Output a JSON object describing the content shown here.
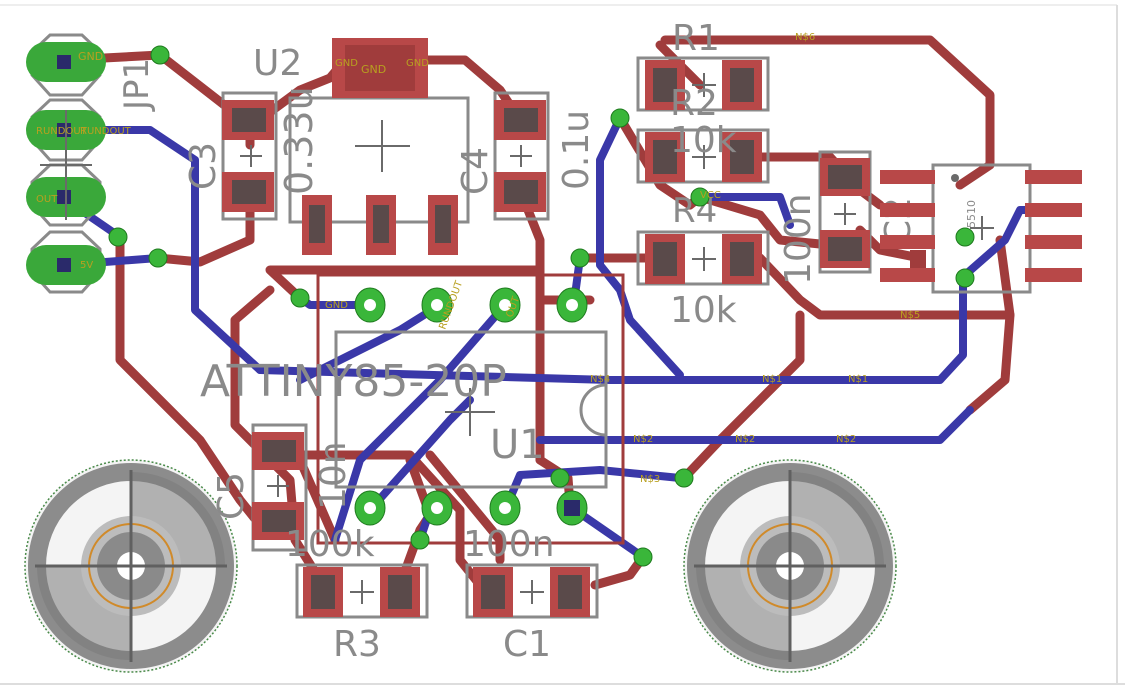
{
  "colors": {
    "background": "#ffffff",
    "top_trace": "#a03c3c",
    "bottom_trace": "#3a38a8",
    "silkscreen": "#8a8a8a",
    "pad": "#b84848",
    "via": "#3ab63a",
    "pad_dark": "#5a4a4a",
    "tiny_text": "#b8a020"
  },
  "components": {
    "jp1": "JP1",
    "u2": "U2",
    "c3": "C3",
    "c3_value": "0.33u",
    "c4": "C4",
    "c4_value": "0.1u",
    "r1": "R1",
    "r2": "R2",
    "r2_value": "10k",
    "r4": "R4",
    "r4_value": "10k",
    "c2": "C2",
    "c2_value": "100n",
    "u1": "U1",
    "u1_value": "ATTINY85-20P",
    "c5": "C5",
    "c5_value": "10n",
    "r3": "R3",
    "r3_value": "100k",
    "c1": "C1",
    "c1_value": "100n",
    "ic_label": "5510"
  },
  "signals": {
    "gnd": "GND",
    "rundout": "RUNDOUT",
    "out": "OUT",
    "v5": "5V",
    "vcc": "VCC",
    "n1": "N$1",
    "n2": "N$2",
    "n3": "N$3",
    "n4": "N$4",
    "n5": "N$5",
    "n6": "N$6"
  }
}
